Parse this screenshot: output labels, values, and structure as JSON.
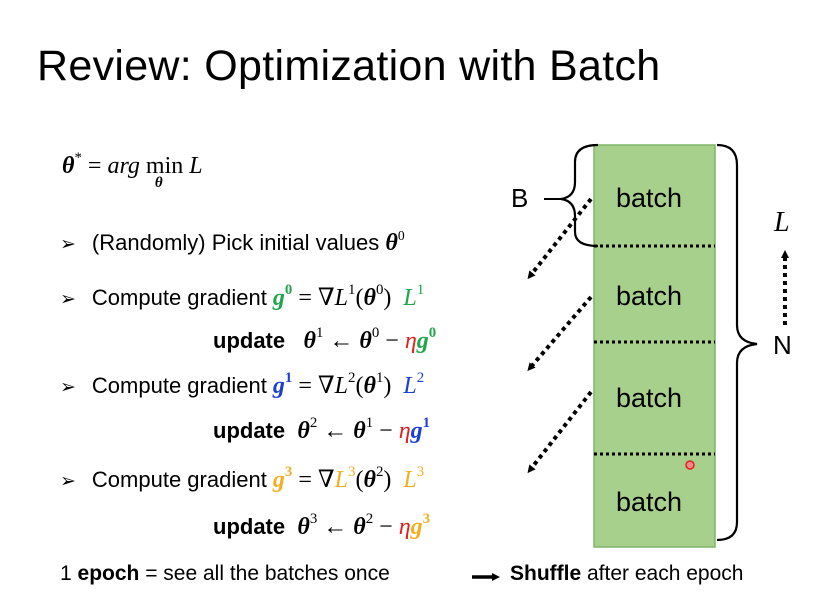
{
  "title": "Review: Optimization with Batch",
  "objective": {
    "theta": "θ",
    "star": "*",
    "eq": " = ",
    "arg": "arg",
    "min": "min",
    "min_sub": "θ",
    "L": "L"
  },
  "bullet_symbol": "➢",
  "steps": {
    "pick": {
      "text": "(Randomly) Pick initial values ",
      "theta": "θ",
      "sup": "0"
    },
    "compute_label": "Compute gradient ",
    "update_label": "update",
    "g": "g",
    "theta": "θ",
    "nabla": "∇",
    "L": "L",
    "eta": "η",
    "arrow": " ← ",
    "minus": " − ",
    "eq": " = ",
    "s1": {
      "idx": "0",
      "Lsup": "1",
      "theta_sup": "0",
      "next": "1",
      "prev": "0"
    },
    "s2": {
      "idx": "1",
      "Lsup": "2",
      "theta_sup": "1",
      "next": "2",
      "prev": "1"
    },
    "s3": {
      "idx": "3",
      "Lsup": "3",
      "theta_sup": "2",
      "next": "3",
      "prev": "2"
    }
  },
  "diagram": {
    "batch_label": "batch",
    "B_label": "B",
    "N_label": "N",
    "L_label": "L",
    "batches": [
      "batch",
      "batch",
      "batch",
      "batch"
    ]
  },
  "footer": {
    "one": "1 ",
    "epoch": "epoch",
    "rest": " = see all the batches once ",
    "shuffle": "Shuffle",
    "after": " after each epoch"
  },
  "colors": {
    "green": "#1fa64a",
    "blue": "#1c3fd2",
    "orange": "#f2b021",
    "red": "#e02020",
    "batch_fill": "#a8d08d",
    "batch_border": "#7fb567"
  }
}
